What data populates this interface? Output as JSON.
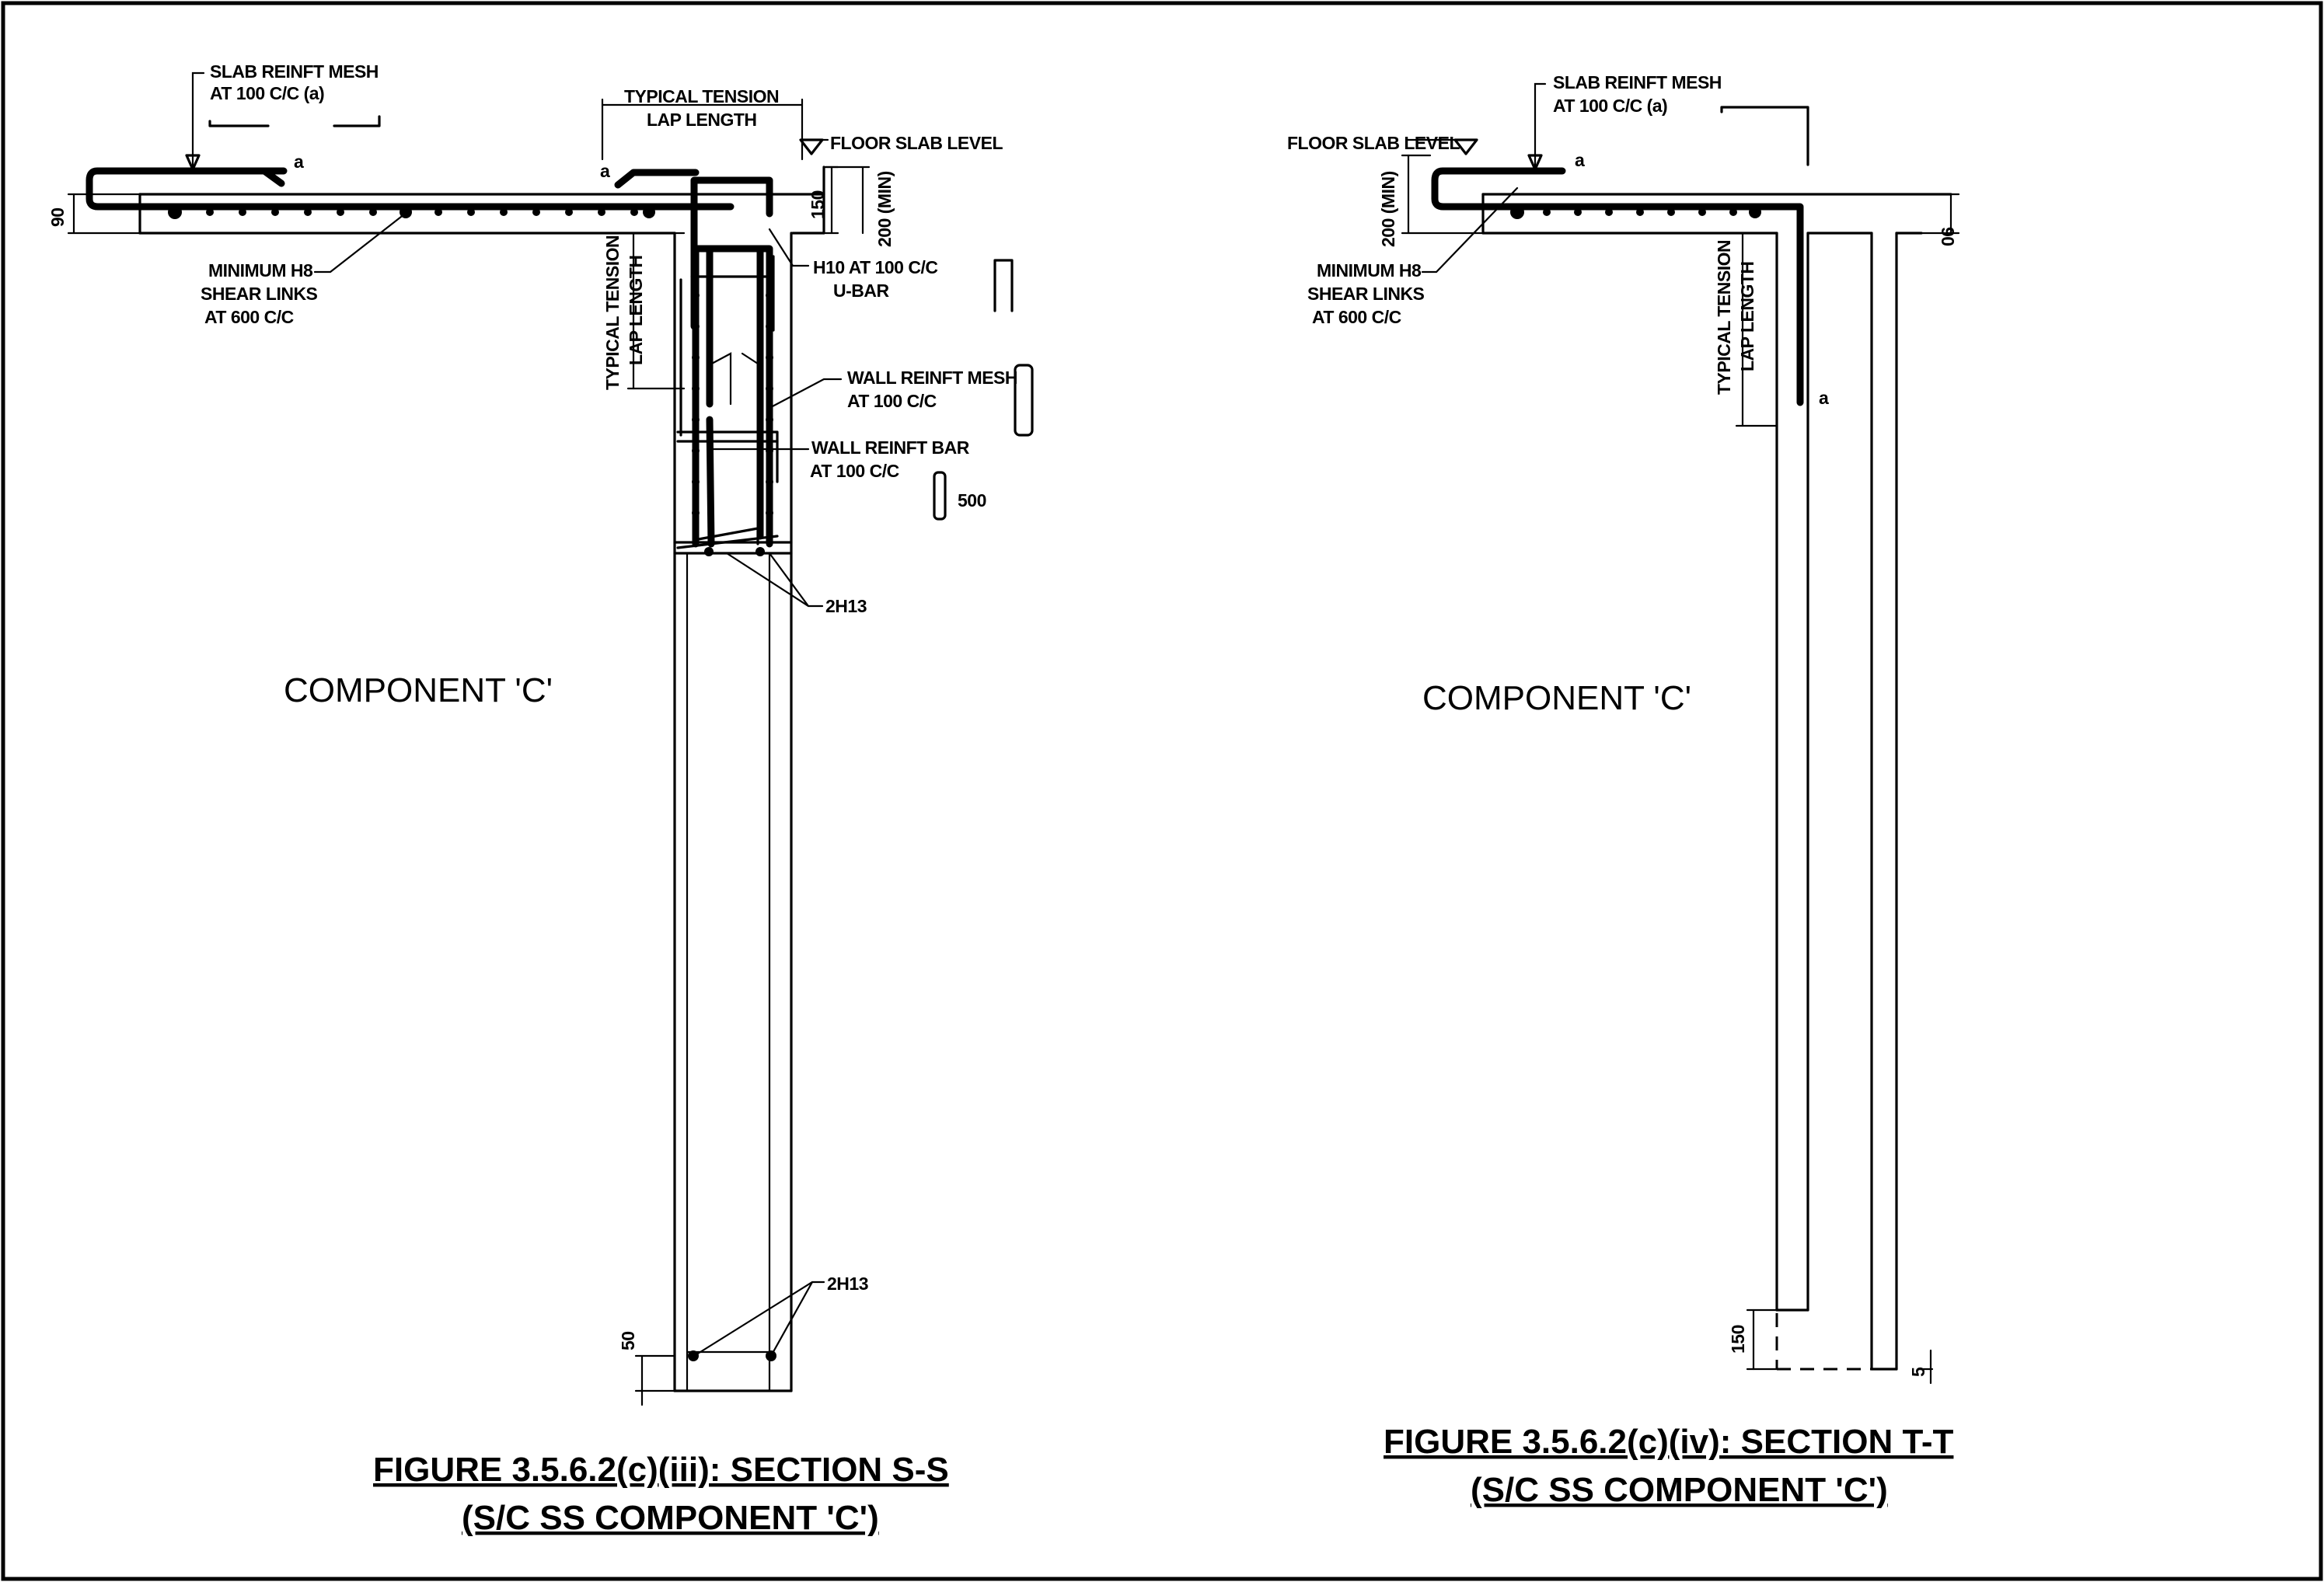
{
  "left": {
    "slab_mesh_l1": "SLAB REINFT MESH",
    "slab_mesh_l2": "AT 100 C/C (a)",
    "bar_mark_a": "a",
    "lap_top_l1": "TYPICAL TENSION",
    "lap_top_l2": "LAP LENGTH",
    "floor_level": "FLOOR SLAB LEVEL",
    "dim_90": "90",
    "dim_150": "150",
    "dim_200min": "200 (MIN)",
    "shear_l1": "MINIMUM H8",
    "shear_l2": "SHEAR LINKS",
    "shear_l3": "AT 600 C/C",
    "lap_side_l1": "TYPICAL TENSION",
    "lap_side_l2": "LAP LENGTH",
    "ubar_l1": "H10 AT 100 C/C",
    "ubar_l2": "U-BAR",
    "wall_mesh_l1": "WALL REINFT MESH",
    "wall_mesh_l2": "AT 100 C/C",
    "wall_bar_l1": "WALL REINFT BAR",
    "wall_bar_l2": "AT 100 C/C",
    "dim_500": "500",
    "bars_2h13_upper": "2H13",
    "bars_2h13_lower": "2H13",
    "dim_50": "50",
    "component": "COMPONENT 'C'",
    "caption_l1": "FIGURE 3.5.6.2(c)(iii): SECTION S-S",
    "caption_l2": "(S/C SS COMPONENT 'C')"
  },
  "right": {
    "slab_mesh_l1": "SLAB REINFT MESH",
    "slab_mesh_l2": "AT 100 C/C (a)",
    "floor_level": "FLOOR SLAB LEVEL",
    "bar_mark_a": "a",
    "dim_90": "90",
    "dim_200min": "200 (MIN)",
    "shear_l1": "MINIMUM H8",
    "shear_l2": "SHEAR LINKS",
    "shear_l3": "AT 600 C/C",
    "lap_side_l1": "TYPICAL TENSION",
    "lap_side_l2": "LAP LENGTH",
    "bar_mark_a2": "a",
    "dim_150": "150",
    "dim_5": "5",
    "component": "COMPONENT 'C'",
    "caption_l1": "FIGURE 3.5.6.2(c)(iv): SECTION T-T",
    "caption_l2": "(S/C SS COMPONENT 'C')"
  }
}
